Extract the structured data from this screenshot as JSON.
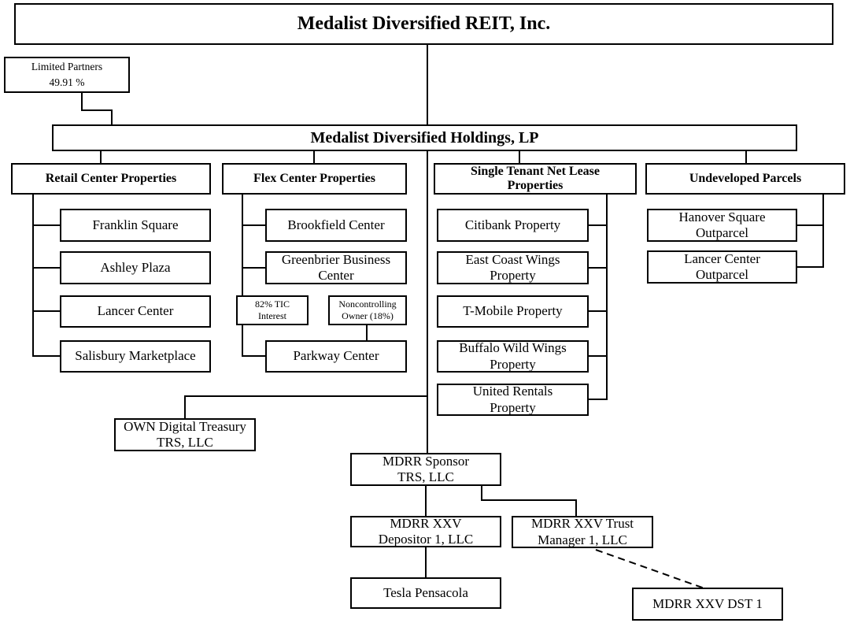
{
  "diagram": {
    "root": "Medalist Diversified REIT, Inc.",
    "limited_partners": {
      "name": "Limited Partners",
      "ownership": "49.91 %"
    },
    "holdings": "Medalist Diversified Holdings, LP",
    "columns": [
      {
        "header": "Retail Center Properties",
        "children": [
          "Franklin Square",
          "Ashley Plaza",
          "Lancer Center",
          "Salisbury Marketplace"
        ]
      },
      {
        "header": "Flex Center Properties",
        "children": [
          "Brookfield Center",
          "Greenbrier Business Center",
          "Parkway Center"
        ],
        "tic_interest": "82% TIC Interest",
        "noncontrolling_owner": "Noncontrolling Owner (18%)"
      },
      {
        "header": "Single Tenant Net Lease Properties",
        "children": [
          "Citibank Property",
          "East Coast Wings Property",
          "T-Mobile Property",
          "Buffalo Wild Wings Property",
          "United Rentals Property"
        ]
      },
      {
        "header": "Undeveloped Parcels",
        "children": [
          "Hanover Square Outparcel",
          "Lancer Center Outparcel"
        ]
      }
    ],
    "subsidiaries": {
      "own_digital_treasury": "OWN Digital Treasury TRS, LLC",
      "sponsor": "MDRR Sponsor TRS, LLC",
      "depositor": "MDRR XXV Depositor 1, LLC",
      "trust_manager": "MDRR XXV Trust Manager 1, LLC",
      "tesla_pensacola": "Tesla Pensacola",
      "dst": "MDRR XXV DST 1"
    },
    "colors": {
      "line": "#000000",
      "border": "#000000",
      "background": "#ffffff",
      "text": "#000000"
    }
  }
}
